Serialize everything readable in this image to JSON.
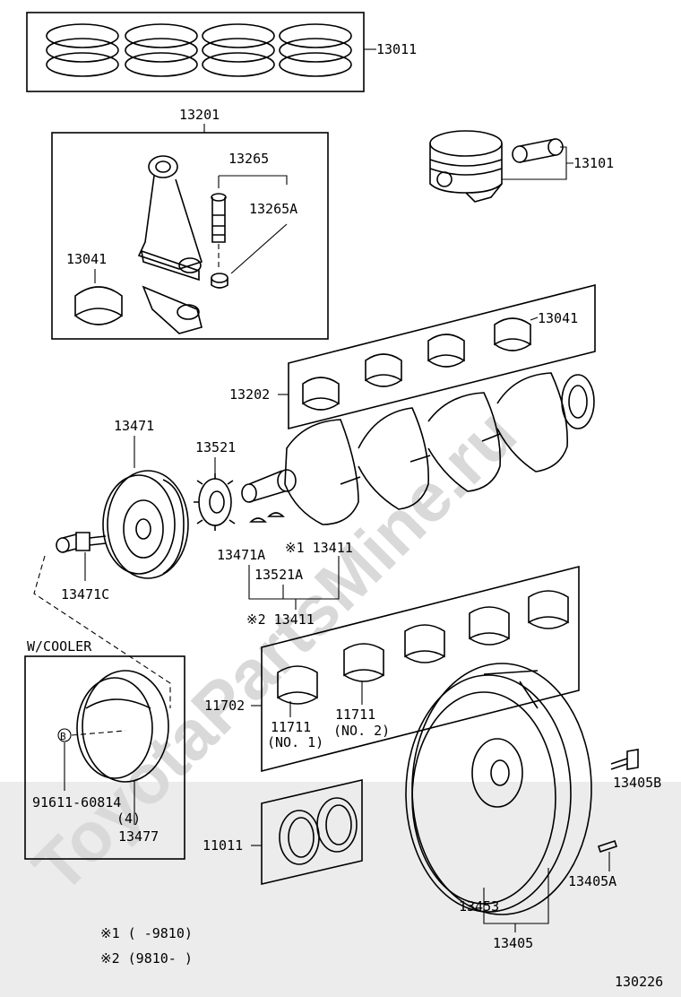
{
  "watermark": "ToyotaPartsMine.ru",
  "labels": {
    "l13011": "13011",
    "l13201": "13201",
    "l13265": "13265",
    "l13265a": "13265A",
    "l13041a": "13041",
    "l13101": "13101",
    "l13041b": "13041",
    "l13202": "13202",
    "l13471": "13471",
    "l13521": "13521",
    "l13471a": "13471A",
    "l13411a": "※1 13411",
    "l13521a": "13521A",
    "l13411b": "※2 13411",
    "l13471c": "13471C",
    "lwcooler": "W/COOLER",
    "l11702": "11702",
    "l11711a": "11711",
    "l11711a_sub": "(NO. 1)",
    "l11711b": "11711",
    "l11711b_sub": "(NO. 2)",
    "l13405b": "13405B",
    "l91611": "91611-60814",
    "l91611_qty": "(4)",
    "l13477": "13477",
    "l11011": "11011",
    "l13405a": "13405A",
    "l13453": "13453",
    "l13405": "13405",
    "note1": "※1 (     -9810)",
    "note2": "※2 (9810-     )",
    "figure_code": "130226",
    "circled_b": "B"
  }
}
